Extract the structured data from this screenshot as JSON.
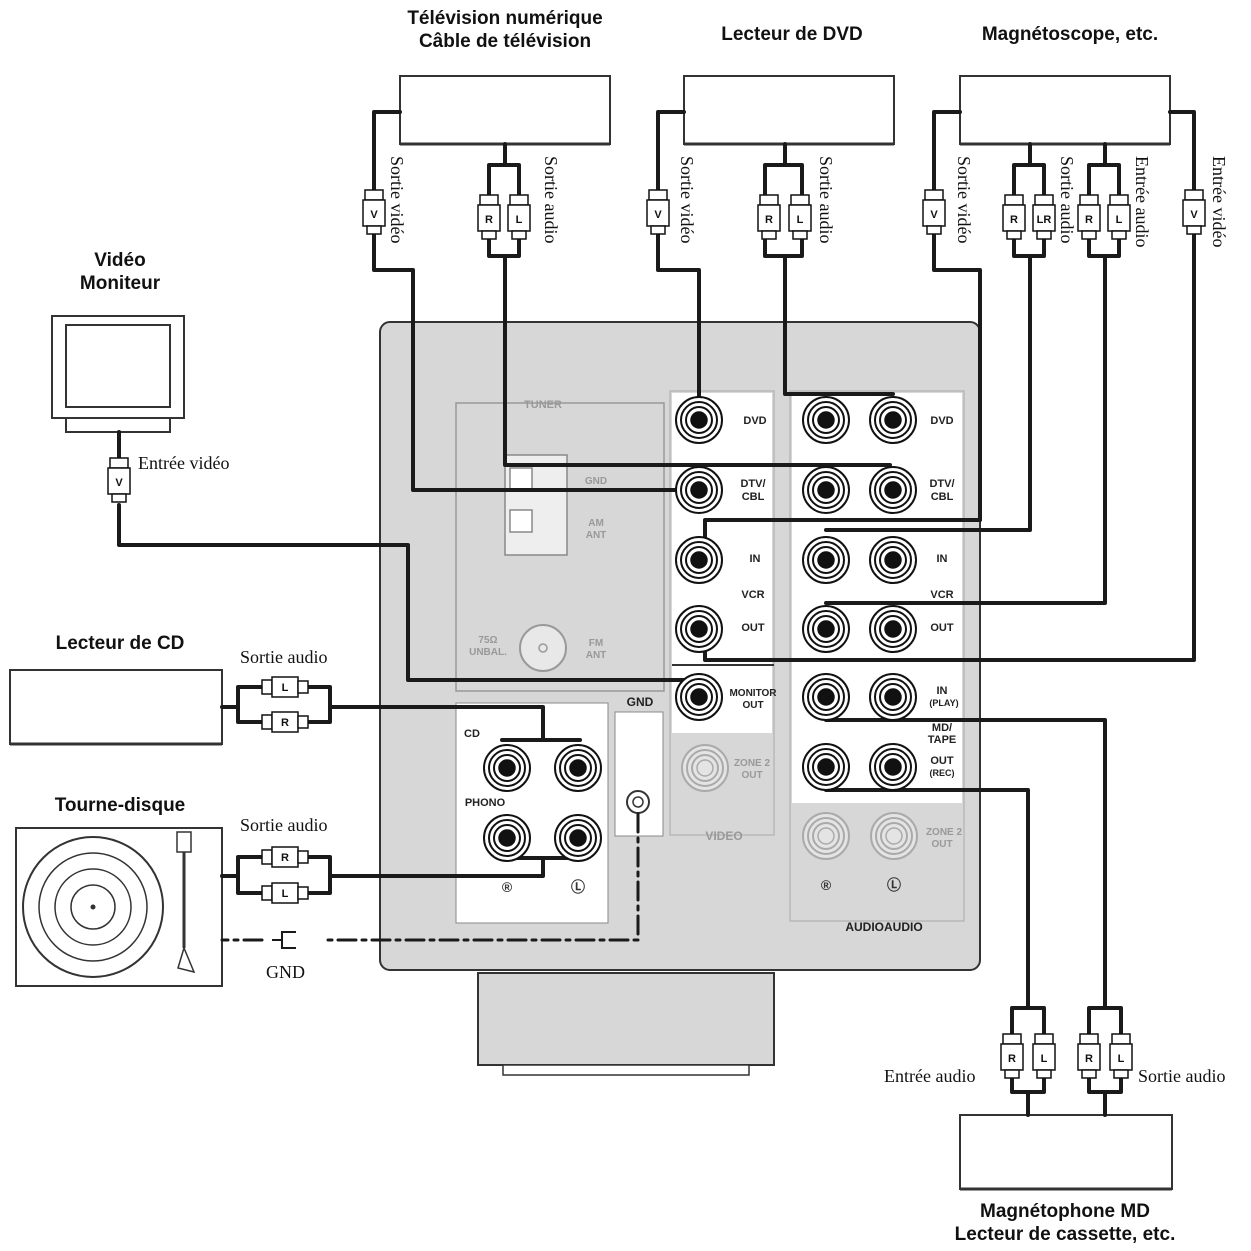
{
  "devices": {
    "dtv": [
      "Télévision numérique",
      "Câble de télévision"
    ],
    "dvd": "Lecteur de DVD",
    "vcr": "Magnétoscope, etc.",
    "monitor": [
      "Vidéo",
      "Moniteur"
    ],
    "cd": "Lecteur de CD",
    "turntable": "Tourne-disque",
    "md": [
      "Magnétophone MD",
      "Lecteur de cassette, etc."
    ]
  },
  "cables": {
    "video_out": "Sortie vidéo",
    "audio_out": "Sortie audio",
    "audio_in": "Entrée audio",
    "video_in": "Entrée vidéo",
    "gnd": "GND"
  },
  "plugs": {
    "video": "V",
    "right": "R",
    "left": "L",
    "lr": "LR"
  },
  "panel": {
    "tuner": "TUNER",
    "gnd_small": "GND",
    "am_ant": [
      "AM",
      "ANT"
    ],
    "unbal": [
      "75Ω",
      "UNBAL."
    ],
    "fm_ant": [
      "FM",
      "ANT"
    ],
    "gnd_block": "GND",
    "cd": "CD",
    "phono": "PHONO",
    "r_mark": "®",
    "l_mark": "Ⓛ",
    "dvd": "DVD",
    "dtv_cbl": [
      "DTV/",
      "CBL"
    ],
    "in": "IN",
    "vcr": "VCR",
    "out": "OUT",
    "monitor_out": [
      "MONITOR",
      "OUT"
    ],
    "zone2_out": [
      "ZONE 2",
      "OUT"
    ],
    "video": "VIDEO",
    "in_play": [
      "IN",
      "(PLAY)"
    ],
    "md_tape": [
      "MD/",
      "TAPE"
    ],
    "out_rec": [
      "OUT",
      "(REC)"
    ],
    "audio": "AUDIOAUDIO"
  }
}
